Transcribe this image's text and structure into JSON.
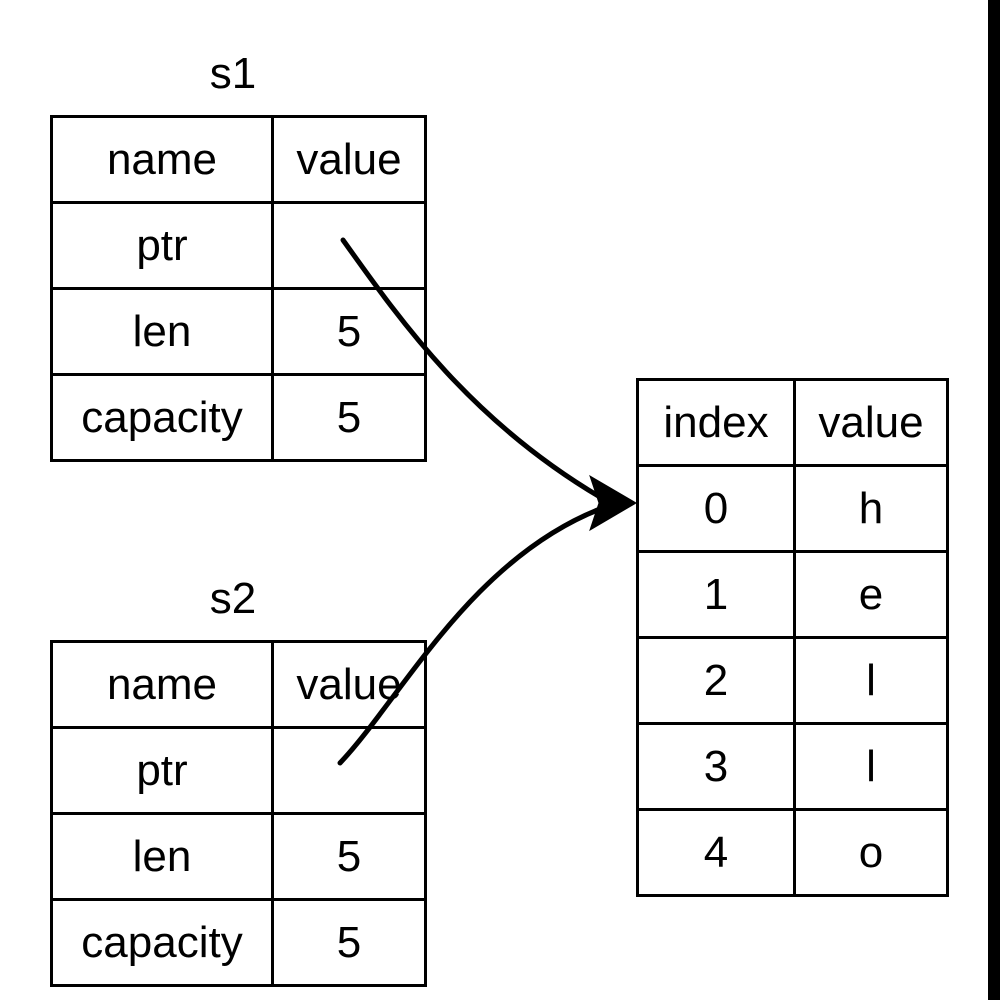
{
  "diagram": {
    "title_s1": "s1",
    "title_s2": "s2",
    "background_color": "#ffffff",
    "line_color": "#000000",
    "band_color": "#000000"
  },
  "structs": [
    {
      "label": "s1",
      "header": {
        "name": "name",
        "value": "value"
      },
      "rows": [
        {
          "name": "ptr",
          "value": ""
        },
        {
          "name": "len",
          "value": "5"
        },
        {
          "name": "capacity",
          "value": "5"
        }
      ]
    },
    {
      "label": "s2",
      "header": {
        "name": "name",
        "value": "value"
      },
      "rows": [
        {
          "name": "ptr",
          "value": ""
        },
        {
          "name": "len",
          "value": "5"
        },
        {
          "name": "capacity",
          "value": "5"
        }
      ]
    }
  ],
  "heap": {
    "header": {
      "index": "index",
      "value": "value"
    },
    "rows": [
      {
        "index": "0",
        "value": "h"
      },
      {
        "index": "1",
        "value": "e"
      },
      {
        "index": "2",
        "value": "l"
      },
      {
        "index": "3",
        "value": "l"
      },
      {
        "index": "4",
        "value": "o"
      }
    ]
  },
  "arrows": [
    {
      "name": "s1-ptr-to-heap",
      "from": "s1.ptr",
      "to": "heap.row0"
    },
    {
      "name": "s2-ptr-to-heap",
      "from": "s2.ptr",
      "to": "heap.row0"
    }
  ]
}
